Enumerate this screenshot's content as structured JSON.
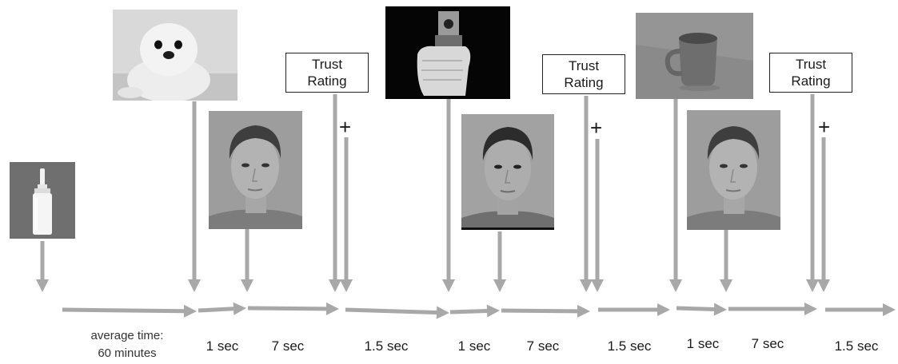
{
  "pictures": {
    "nasal_spray": "nasal spray bottle",
    "seal": "seal pup",
    "gun": "handgun pointed at viewer",
    "mug": "coffee mug on table",
    "face_1": "male face",
    "face_2": "male face",
    "face_3": "male face"
  },
  "trials": [
    {
      "rating_line1": "Trust",
      "rating_line2": "Rating",
      "fixation": "+"
    },
    {
      "rating_line1": "Trust",
      "rating_line2": "Rating",
      "fixation": "+"
    },
    {
      "rating_line1": "Trust",
      "rating_line2": "Rating",
      "fixation": "+"
    }
  ],
  "timeline": {
    "average_time_line1": "average time:",
    "average_time_line2": "60 minutes",
    "durations": [
      "1 sec",
      "7 sec",
      "1.5 sec",
      "1 sec",
      "7 sec",
      "1.5 sec",
      "1 sec",
      "7 sec",
      "1.5 sec"
    ]
  },
  "colors": {
    "arrow": "#a8a8a8",
    "text": "#1a1a1a",
    "box_border": "#222222"
  }
}
